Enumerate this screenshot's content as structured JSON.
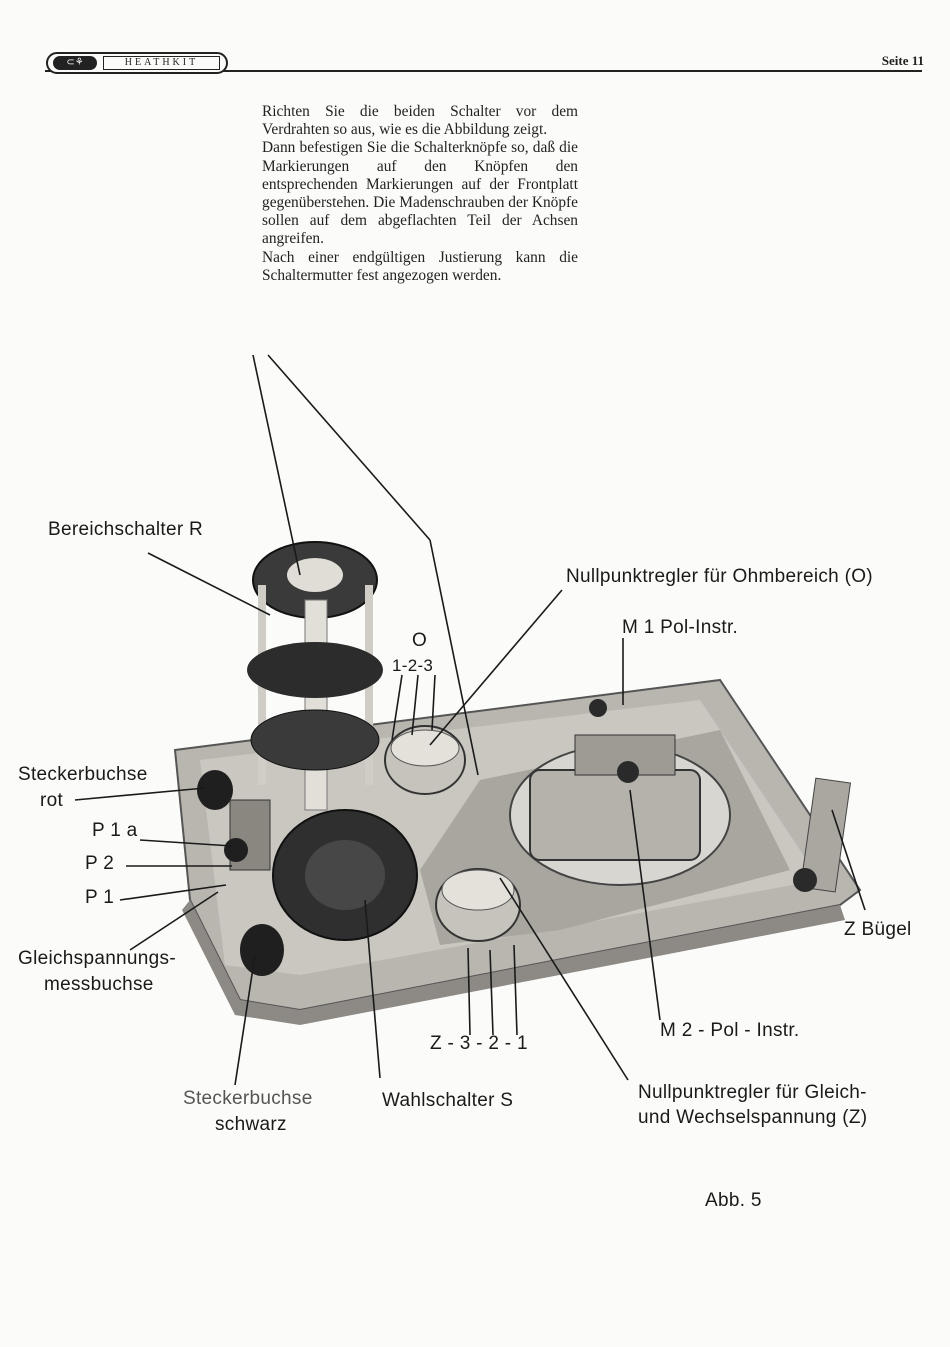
{
  "header": {
    "logo_mark": "⊂⚘",
    "logo_text": "HEATHKIT",
    "page": "Seite 11"
  },
  "intro": {
    "p1": "Richten Sie die beiden Schalter vor dem Verdrahten so aus, wie es die Abbildung zeigt.",
    "p2": "Dann befestigen Sie die Schalterknöpfe so, daß die Markierungen auf den Knöpfen den entsprechenden Markierungen auf der Frontplatt gegenüberstehen. Die Madenschrauben der Knöpfe sollen auf dem abgeflachten Teil der Achsen angreifen.",
    "p3": "Nach einer endgültigen Justierung kann die Schaltermutter fest angezogen werden."
  },
  "labels": {
    "bereichschalter": "Bereichschalter R",
    "null_ohm": "Nullpunktregler für Ohmbereich (O)",
    "m1": "M 1  Pol-Instr.",
    "o": "O",
    "o_pos": "1-2-3",
    "stecker_rot_1": "Steckerbuchse",
    "stecker_rot_2": "rot",
    "p1a": "P 1 a",
    "p2": "P 2",
    "p1": "P 1",
    "gleich_1": "Gleichspannungs-",
    "gleich_2": "messbuchse",
    "z_buegel": "Z Bügel",
    "z_pos": "Z - 3 - 2 - 1",
    "m2": "M 2 - Pol - Instr.",
    "stecker_schwarz_1": "Steckerbuchse",
    "stecker_schwarz_2": "schwarz",
    "wahlschalter": "Wahlschalter S",
    "null_z_1": "Nullpunktregler für Gleich-",
    "null_z_2": "und Wechselspannung (Z)"
  },
  "caption": "Abb. 5"
}
